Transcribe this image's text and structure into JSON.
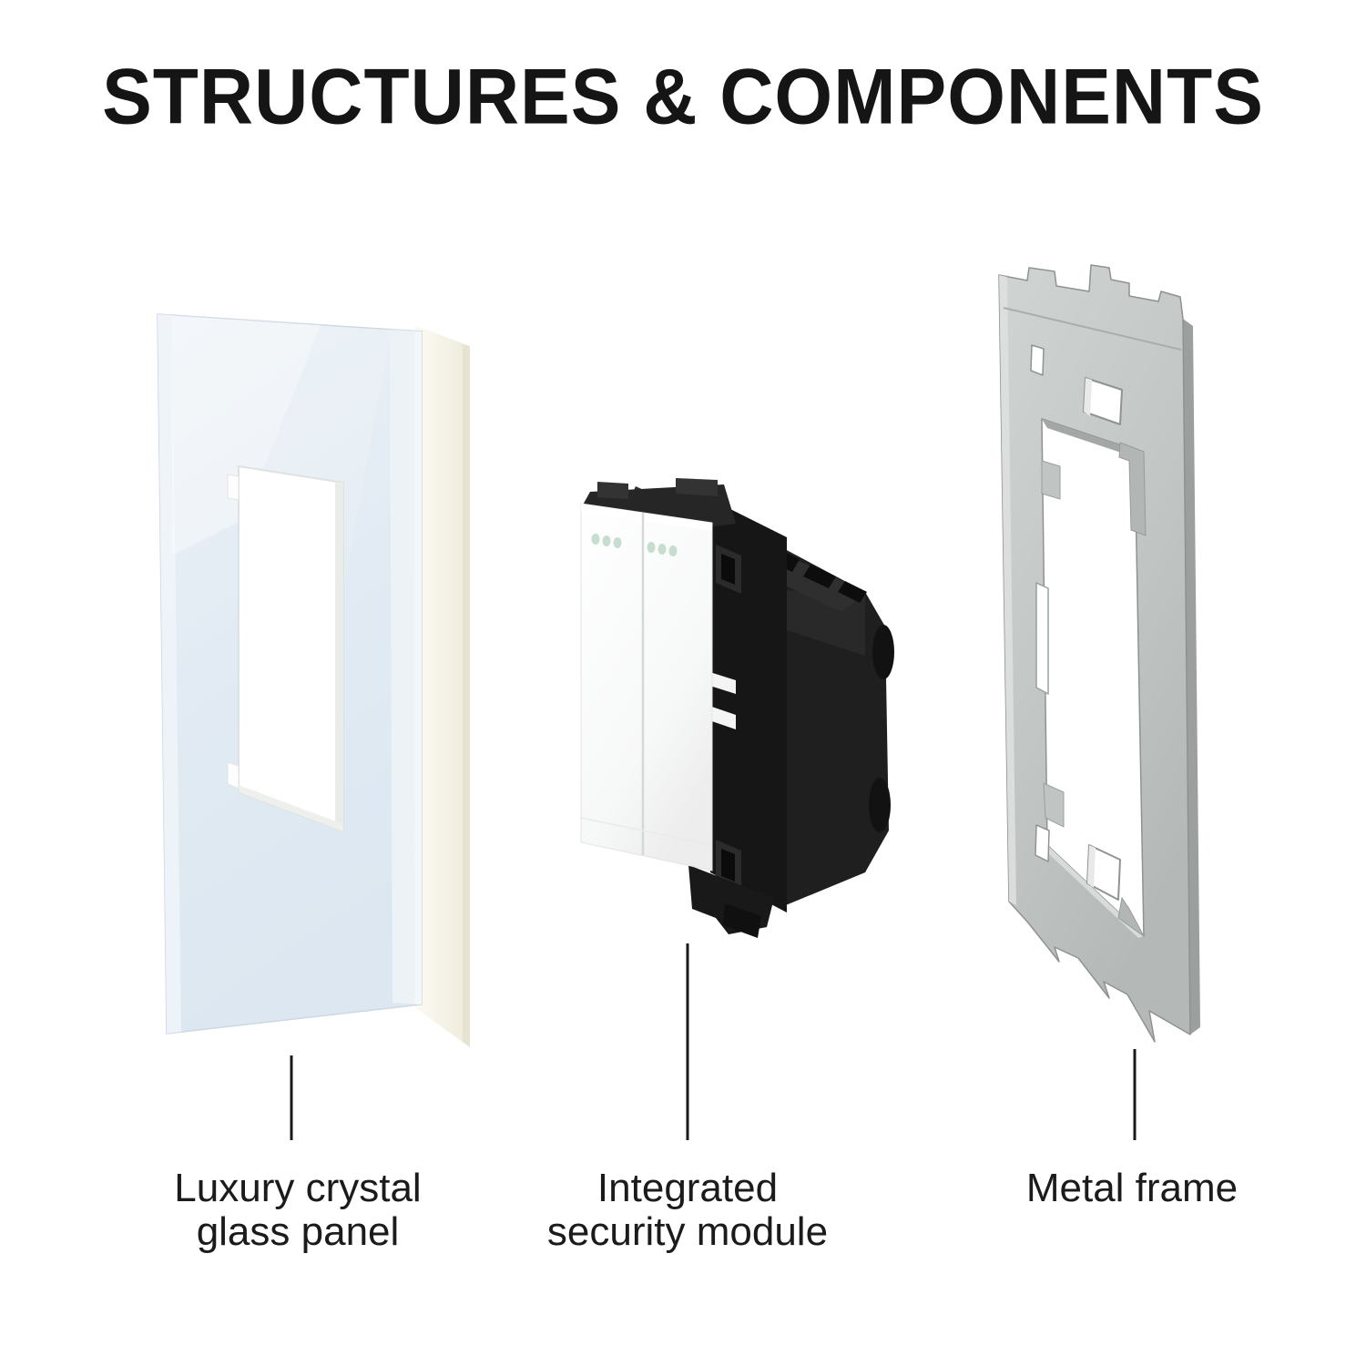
{
  "title": "STRUCTURES & COMPONENTS",
  "components": [
    {
      "id": "glass-panel",
      "label_line1": "Luxury crystal",
      "label_line2": "glass panel"
    },
    {
      "id": "security-module",
      "label_line1": "Integrated",
      "label_line2": "security module"
    },
    {
      "id": "metal-frame",
      "label_line1": "Metal frame",
      "label_line2": ""
    }
  ],
  "colors": {
    "background": "#ffffff",
    "text": "#1b1b1b",
    "title": "#151515",
    "glass_blue": "#e4edf4",
    "glass_backing_cream": "#f8f6ec",
    "switch_white": "#ffffff",
    "module_black": "#1f1f1f",
    "indicator_green": "#c7ddd0",
    "metal_gray": "#c6cac9",
    "leader_line": "#1a1a1a"
  }
}
